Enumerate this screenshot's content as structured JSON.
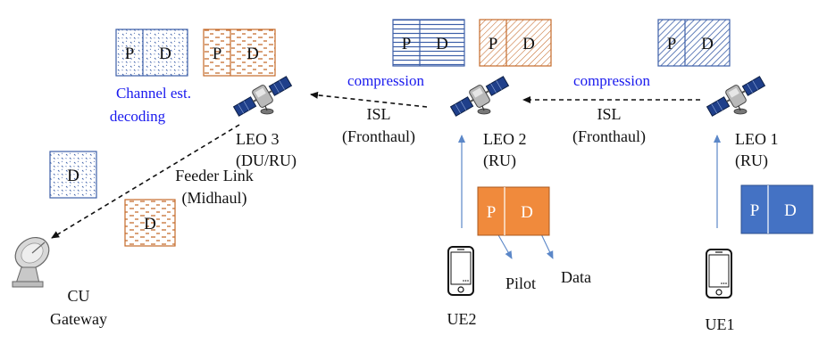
{
  "colors": {
    "blue_text": "#1a1aee",
    "orange": "#f08a3c",
    "solid_blue": "#4472c4",
    "frame_blue": "#3c5fa8",
    "pattern_orange": "#c56a2a",
    "arrow_blue": "#5b87c8",
    "arrow_black": "#111111"
  },
  "blocks": {
    "leo3_pd": {
      "p": "P",
      "d": "D"
    },
    "leo3_pd_orange": {
      "p": "P",
      "d": "D"
    },
    "leo2_pd_lines": {
      "p": "P",
      "d": "D"
    },
    "leo2_pd_hatch": {
      "p": "P",
      "d": "D"
    },
    "leo1_pd_hatch": {
      "p": "P",
      "d": "D"
    },
    "ue2_pd": {
      "p": "P",
      "d": "D"
    },
    "ue1_pd": {
      "p": "P",
      "d": "D"
    },
    "gateway_d": {
      "d": "D"
    },
    "midhaul_d": {
      "d": "D"
    }
  },
  "labels": {
    "channel_est": "Channel est.",
    "decoding": "decoding",
    "compression_left": "compression",
    "compression_right": "compression",
    "isl_left": "ISL",
    "fronthaul_left": "(Fronthaul)",
    "isl_right": "ISL",
    "fronthaul_right": "(Fronthaul)",
    "leo3": "LEO 3",
    "leo3_role": "(DU/RU)",
    "leo2": "LEO 2",
    "leo2_role": "(RU)",
    "leo1": "LEO 1",
    "leo1_role": "(RU)",
    "feeder_link": "Feeder Link",
    "midhaul": "(Midhaul)",
    "cu": "CU",
    "gateway": "Gateway",
    "ue2": "UE2",
    "ue1": "UE1",
    "pilot": "Pilot",
    "data": "Data"
  }
}
